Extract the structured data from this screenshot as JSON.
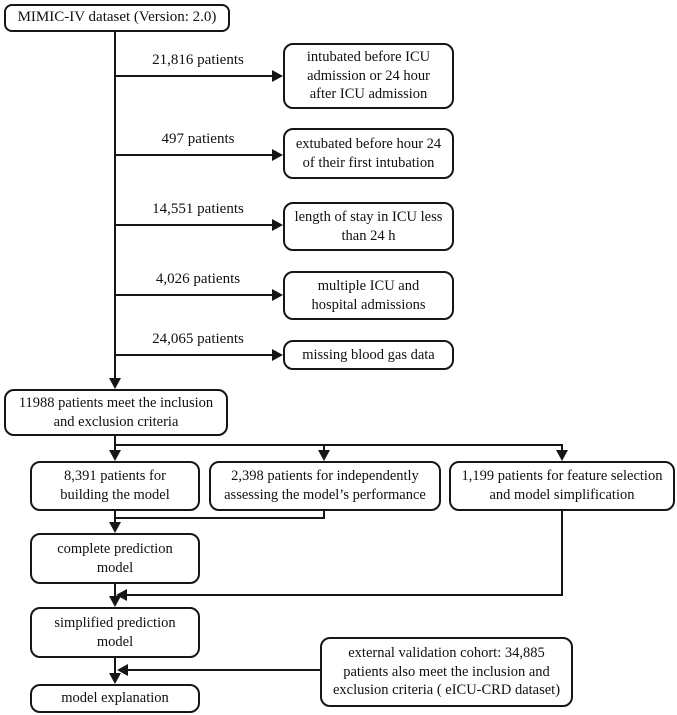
{
  "flow": {
    "source_box": {
      "label": "MIMIC-IV dataset  (Version: 2.0)"
    },
    "exclusions": [
      {
        "count": "21,816 patients",
        "reason": "intubated before ICU\nadmission or 24 hour\nafter ICU admission"
      },
      {
        "count": "497 patients",
        "reason": "extubated before hour 24\nof their first intubation"
      },
      {
        "count": "14,551 patients",
        "reason": "length of stay in ICU less\nthan 24 h"
      },
      {
        "count": "4,026 patients",
        "reason": "multiple ICU and\nhospital admissions"
      },
      {
        "count": "24,065 patients",
        "reason": "missing blood gas data"
      }
    ],
    "inclusion_box": {
      "label": "11988 patients meet the inclusion\nand exclusion criteria"
    },
    "cohorts": [
      {
        "label": "8,391 patients for\nbuilding the model"
      },
      {
        "label": "2,398 patients for independently\nassessing the model’s performance"
      },
      {
        "label": "1,199 patients for feature selection\nand model simplification"
      }
    ],
    "complete_model_box": {
      "label": "complete prediction\nmodel"
    },
    "simplified_model_box": {
      "label": "simplified prediction\nmodel"
    },
    "explanation_box": {
      "label": "model explanation"
    },
    "external_validation_box": {
      "label": "external validation cohort: 34,885\npatients also meet the inclusion and\nexclusion criteria ( eICU-CRD dataset)"
    },
    "colors": {
      "line": "#161616",
      "background": "#ffffff",
      "text": "#101010"
    }
  }
}
